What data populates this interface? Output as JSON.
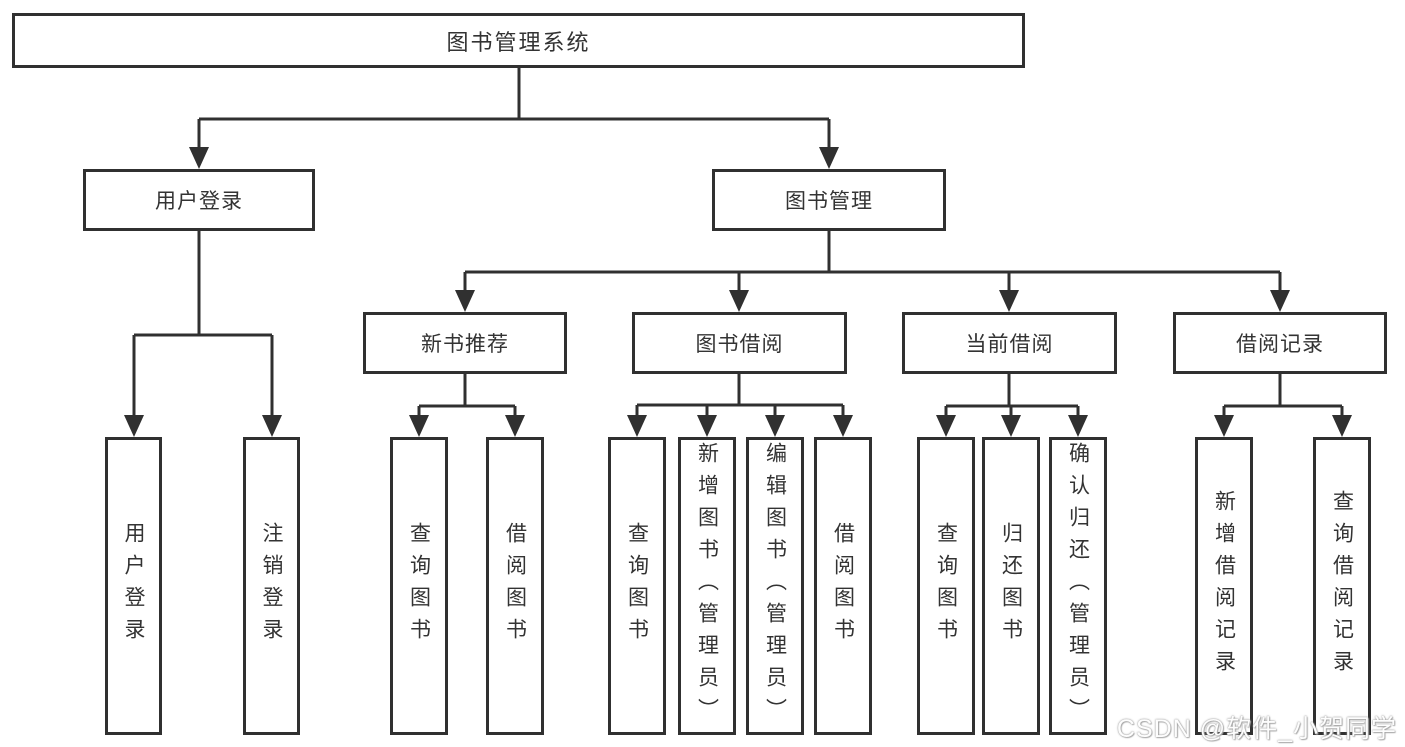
{
  "tree": {
    "label": "图书管理系统",
    "children": [
      {
        "label": "用户登录",
        "children": [
          {
            "label": "用户登录"
          },
          {
            "label": "注销登录"
          }
        ]
      },
      {
        "label": "图书管理",
        "children": [
          {
            "label": "新书推荐",
            "children": [
              {
                "label": "查询图书"
              },
              {
                "label": "借阅图书"
              }
            ]
          },
          {
            "label": "图书借阅",
            "children": [
              {
                "label": "查询图书"
              },
              {
                "label": "新增图书（管理员）"
              },
              {
                "label": "编辑图书（管理员）"
              },
              {
                "label": "借阅图书"
              }
            ]
          },
          {
            "label": "当前借阅",
            "children": [
              {
                "label": "查询图书"
              },
              {
                "label": "归还图书"
              },
              {
                "label": "确认归还（管理员）"
              }
            ]
          },
          {
            "label": "借阅记录",
            "children": [
              {
                "label": "新增借阅记录"
              },
              {
                "label": "查询借阅记录"
              }
            ]
          }
        ]
      }
    ]
  },
  "watermark": {
    "text": "CSDN @软件_小贺同学"
  },
  "colors": {
    "line": "#303030",
    "text": "#333333",
    "background": "#ffffff",
    "watermark_fill": "#fdfdfd",
    "watermark_outline": "#9e9e9e"
  }
}
